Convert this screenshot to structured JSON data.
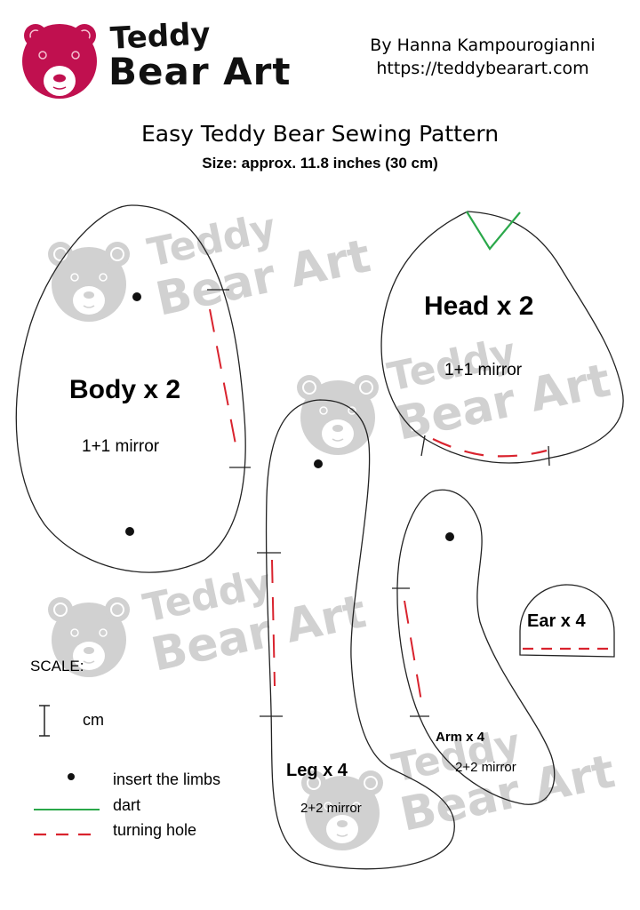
{
  "header": {
    "brand_line1": "Teddy",
    "brand_line2": "Bear Art",
    "author": "By Hanna Kampourogianni",
    "website": "https://teddybearart.com",
    "logo_color": "#c0104f"
  },
  "title": "Easy Teddy Bear Sewing Pattern",
  "subtitle": "Size: approx. 11.8 inches (30 cm)",
  "pieces": {
    "body": {
      "label": "Body x 2",
      "mirror": "1+1 mirror"
    },
    "head": {
      "label": "Head x 2",
      "mirror": "1+1 mirror"
    },
    "leg": {
      "label": "Leg x 4",
      "mirror": "2+2 mirror"
    },
    "arm": {
      "label": "Arm x 4",
      "mirror": "2+2 mirror"
    },
    "ear": {
      "label": "Ear x 4"
    }
  },
  "scale": {
    "label": "SCALE:",
    "unit": "cm"
  },
  "legend": {
    "items": [
      {
        "symbol": "dot",
        "label": "insert the limbs"
      },
      {
        "symbol": "green-line",
        "label": "dart",
        "color": "#2aa84a"
      },
      {
        "symbol": "red-dashed-line",
        "label": "turning hole",
        "color": "#d9232e"
      }
    ]
  },
  "watermark": {
    "line1": "Teddy",
    "line2": "Bear Art",
    "color": "#cccccc"
  }
}
